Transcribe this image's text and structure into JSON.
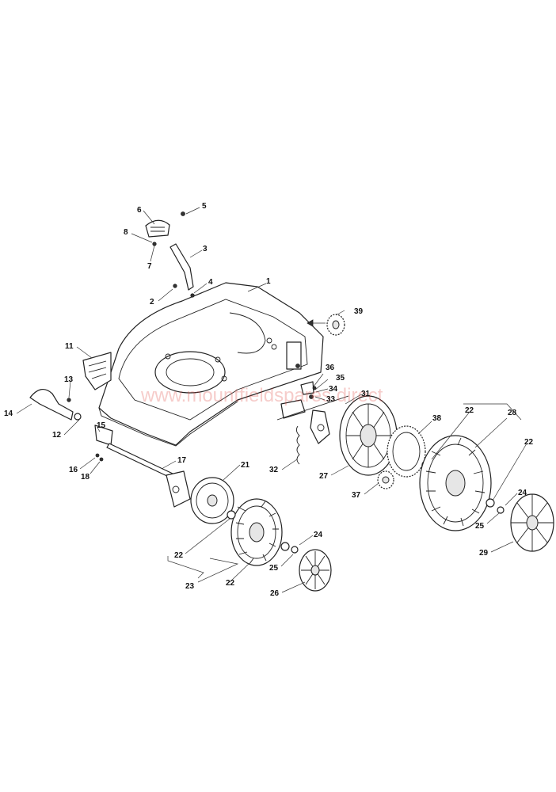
{
  "watermark": "www.mountfieldspares.direct",
  "callouts": [
    "1",
    "2",
    "3",
    "4",
    "5",
    "6",
    "7",
    "8",
    "11",
    "12",
    "13",
    "14",
    "15",
    "16",
    "17",
    "18",
    "21",
    "22",
    "22",
    "22",
    "22",
    "23",
    "24",
    "24",
    "25",
    "25",
    "26",
    "27",
    "28",
    "29",
    "31",
    "32",
    "33",
    "34",
    "35",
    "36",
    "37",
    "38",
    "39"
  ]
}
